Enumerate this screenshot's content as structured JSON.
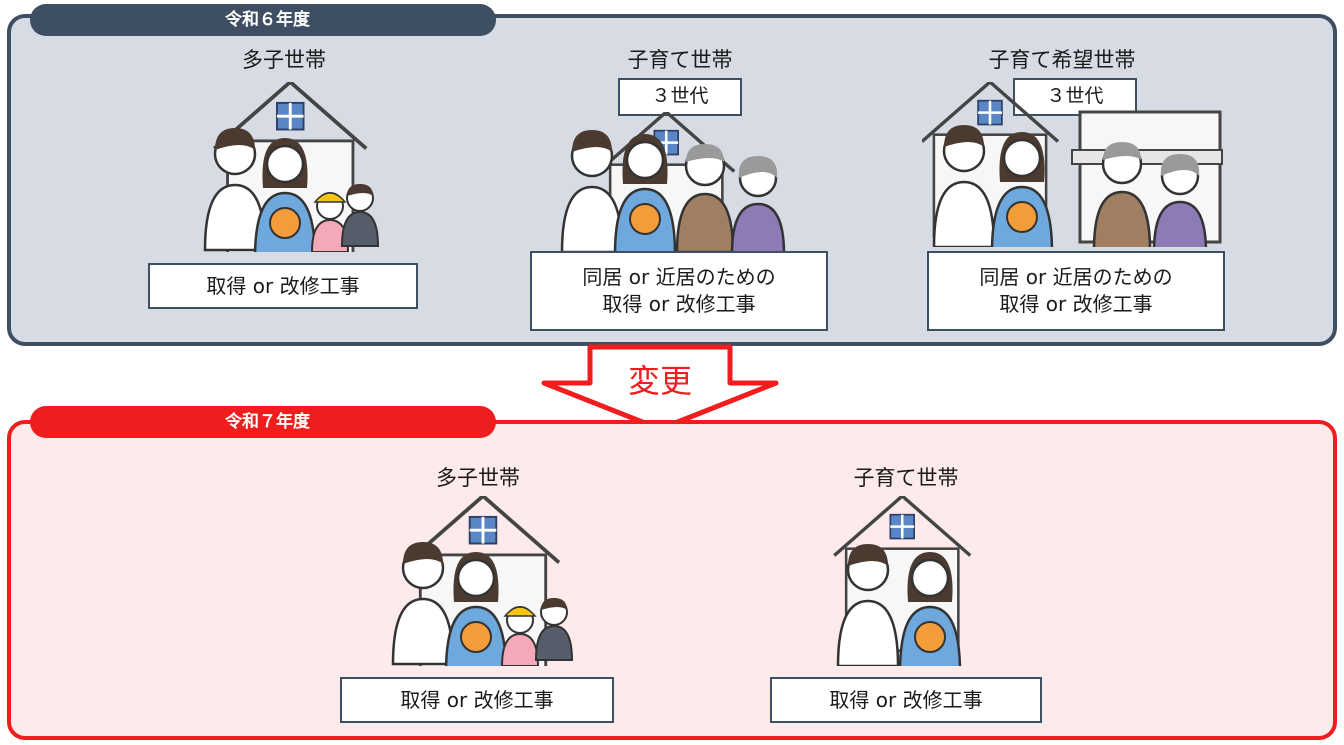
{
  "r6": {
    "tab_label": "令和６年度",
    "columns": [
      {
        "title": "多子世帯",
        "box": [
          "取得 or 改修工事"
        ]
      },
      {
        "title": "子育て世帯",
        "tag": "３世代",
        "box": [
          "同居 or 近居のための",
          "取得 or 改修工事"
        ]
      },
      {
        "title": "子育て希望世帯",
        "tag": "３世代",
        "box": [
          "同居 or 近居のための",
          "取得 or 改修工事"
        ]
      }
    ]
  },
  "change_label": "変更",
  "r7": {
    "tab_label": "令和７年度",
    "columns": [
      {
        "title": "多子世帯",
        "box": [
          "取得 or 改修工事"
        ]
      },
      {
        "title": "子育て世帯",
        "box": [
          "取得 or 改修工事"
        ]
      }
    ]
  },
  "colors": {
    "navy": "#3f4f63",
    "red": "#ef1d1d",
    "panel_gray": "#d6dbe4",
    "panel_pink": "#fdeaea"
  }
}
